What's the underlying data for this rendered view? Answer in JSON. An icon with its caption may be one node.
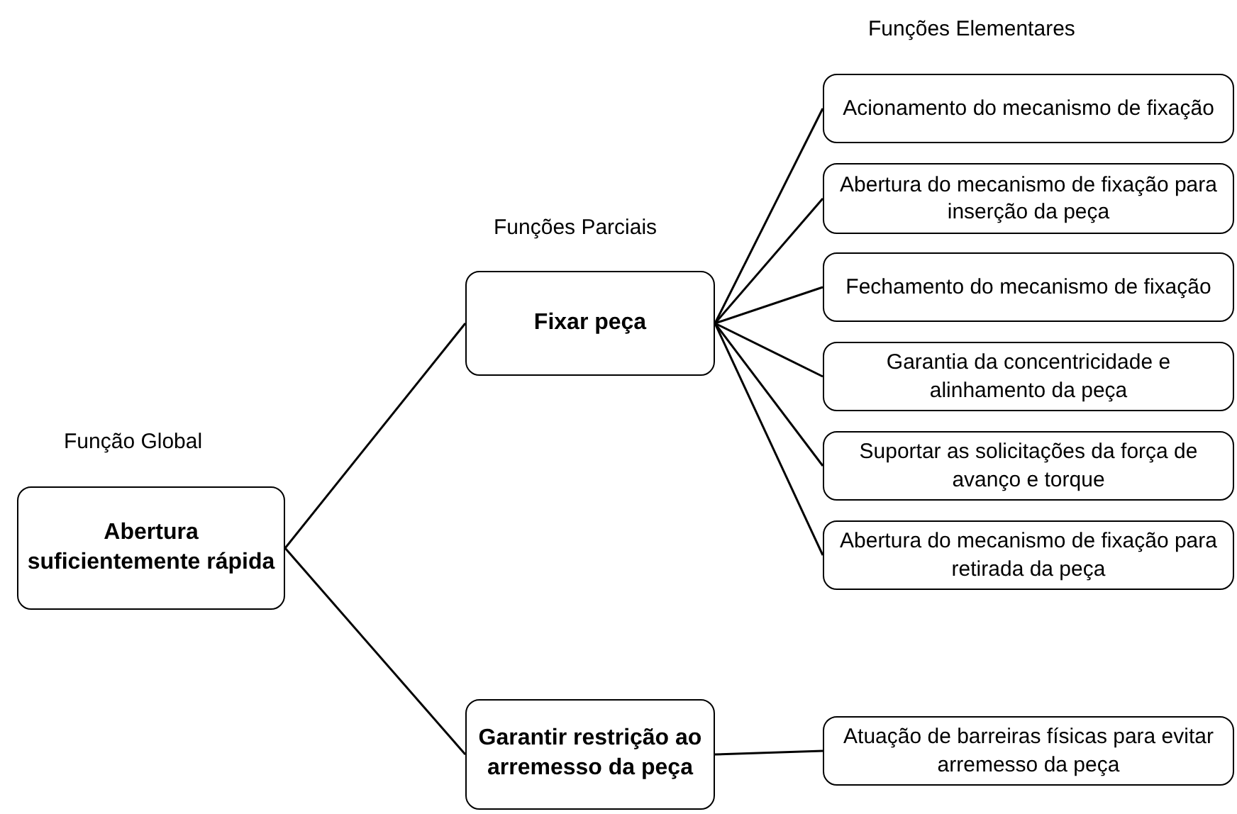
{
  "diagram": {
    "nodes": [
      {
        "text": [
          "Abertura suficientemente rápida"
        ]
      },
      {
        "text": [
          "Fixar peça"
        ]
      },
      {
        "text": [
          "Garantir restrição ao arremesso da peça"
        ]
      },
      {
        "text": [
          "Acionamento do mecanismo de fixação"
        ]
      },
      {
        "text": [
          "Abertura do mecanismo de fixação para inserção da peça"
        ]
      },
      {
        "text": [
          "Fechamento do mecanismo de fixação"
        ]
      },
      {
        "text": [
          "Garantia da concentricidade e alinhamento da peça"
        ]
      },
      {
        "text": [
          "Suportar as solicitações da força de avanço e torque"
        ]
      },
      {
        "text": [
          "Abertura do mecanismo de fixação para retirada da peça"
        ]
      },
      {
        "text": [
          "Atuação de barreiras físicas para evitar arremesso da peça"
        ]
      }
    ],
    "edges": [
      {
        "from": 0,
        "to": 1,
        "arrow": "none"
      },
      {
        "from": 0,
        "to": 2,
        "arrow": "none"
      },
      {
        "from": 1,
        "to": 3,
        "arrow": "none"
      },
      {
        "from": 1,
        "to": 4,
        "arrow": "none"
      },
      {
        "from": 1,
        "to": 5,
        "arrow": "none"
      },
      {
        "from": 1,
        "to": 6,
        "arrow": "none"
      },
      {
        "from": 1,
        "to": 7,
        "arrow": "none"
      },
      {
        "from": 1,
        "to": 8,
        "arrow": "none"
      },
      {
        "from": 2,
        "to": 9,
        "arrow": "none"
      }
    ],
    "labels": [
      "Funções Elementares",
      "Funções Parciais",
      "Função Global"
    ]
  }
}
